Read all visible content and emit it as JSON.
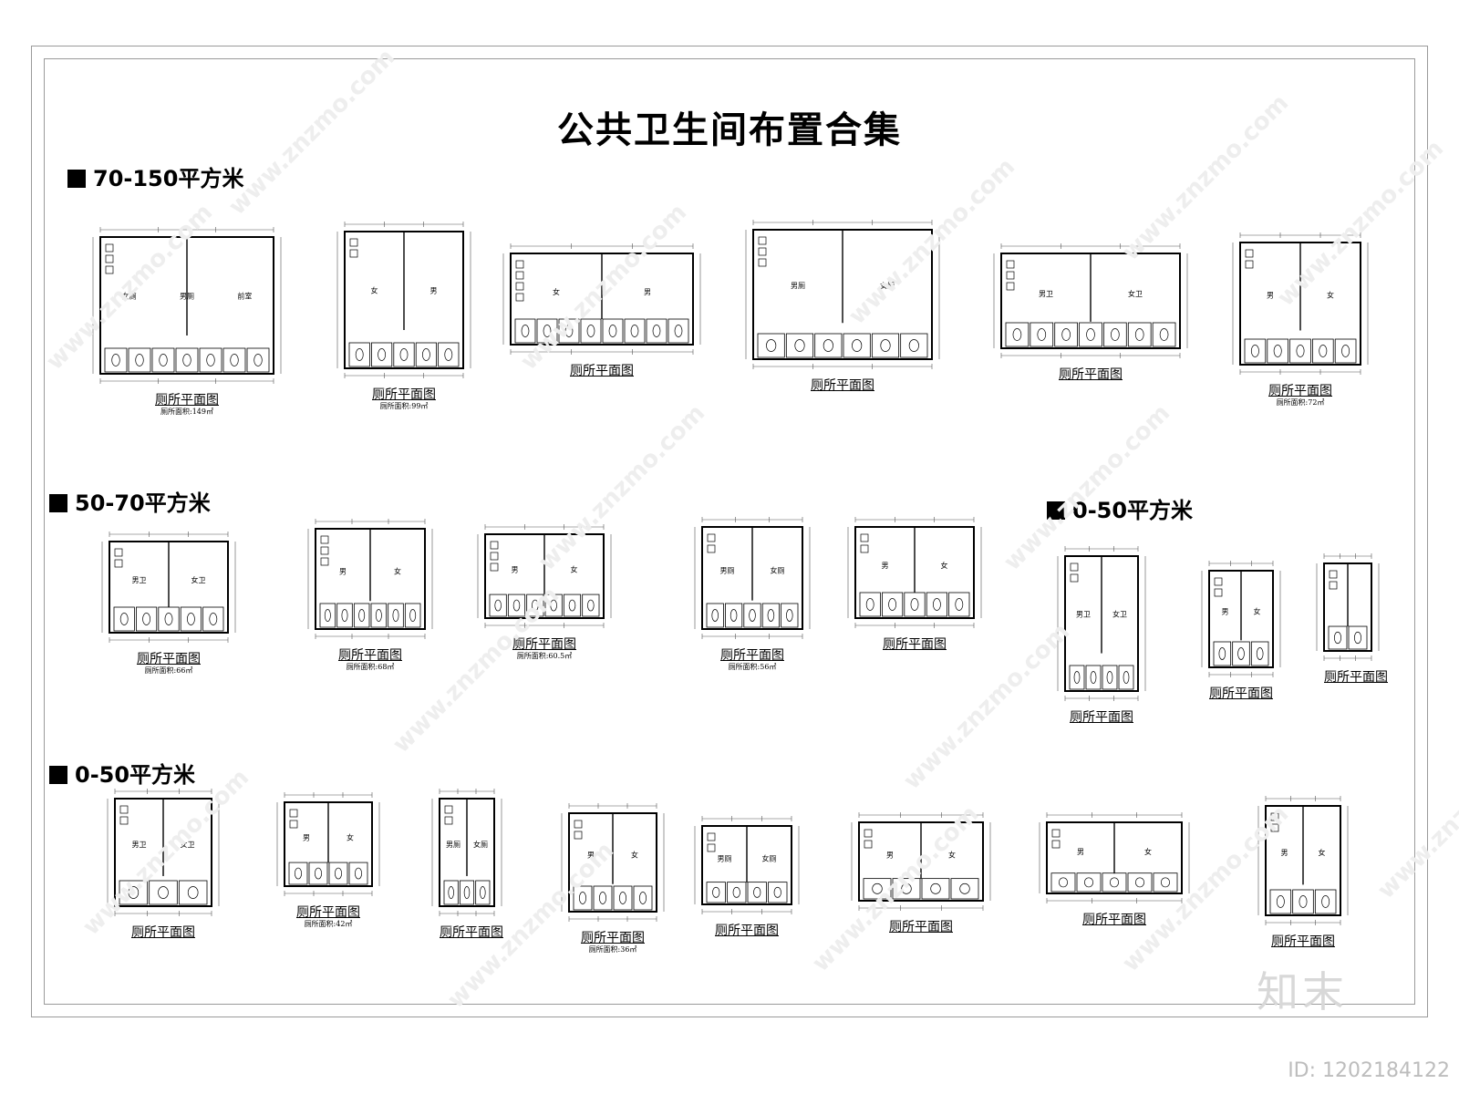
{
  "title": "公共卫生间布置合集",
  "sections": [
    {
      "label": "70-150平方米"
    },
    {
      "label": "50-70平方米"
    },
    {
      "label": "0-50平方米"
    },
    {
      "label": "0-50平方米"
    }
  ],
  "plans": [
    {
      "title": "厕所平面图",
      "area": "厕所面积:149㎡",
      "rooms": [
        "女厕",
        "男厕",
        "前室"
      ]
    },
    {
      "title": "厕所平面图",
      "area": "厕所面积:99㎡",
      "rooms": [
        "女",
        "男"
      ]
    },
    {
      "title": "厕所平面图",
      "area": "",
      "rooms": [
        "女",
        "男"
      ]
    },
    {
      "title": "厕所平面图",
      "area": "",
      "rooms": [
        "男厕",
        "女厕"
      ]
    },
    {
      "title": "厕所平面图",
      "area": "",
      "rooms": [
        "男卫",
        "女卫"
      ]
    },
    {
      "title": "厕所平面图",
      "area": "厕所面积:72㎡",
      "rooms": [
        "男",
        "女"
      ]
    },
    {
      "title": "厕所平面图",
      "area": "厕所面积:66㎡",
      "rooms": [
        "男卫",
        "女卫"
      ]
    },
    {
      "title": "厕所平面图",
      "area": "厕所面积:68㎡",
      "rooms": [
        "男",
        "女"
      ]
    },
    {
      "title": "厕所平面图",
      "area": "厕所面积:60.5㎡",
      "rooms": [
        "男",
        "女"
      ]
    },
    {
      "title": "厕所平面图",
      "area": "厕所面积:56㎡",
      "rooms": [
        "男厕",
        "女厕"
      ]
    },
    {
      "title": "厕所平面图",
      "area": "",
      "rooms": [
        "男",
        "女"
      ]
    },
    {
      "title": "厕所平面图",
      "area": "",
      "rooms": [
        "男卫",
        "女卫"
      ]
    },
    {
      "title": "厕所平面图",
      "area": "",
      "rooms": [
        "男",
        "女"
      ]
    },
    {
      "title": "厕所平面图",
      "area": "",
      "rooms": []
    },
    {
      "title": "厕所平面图",
      "area": "",
      "rooms": [
        "男卫",
        "女卫"
      ]
    },
    {
      "title": "厕所平面图",
      "area": "厕所面积:42㎡",
      "rooms": [
        "男",
        "女"
      ]
    },
    {
      "title": "厕所平面图",
      "area": "",
      "rooms": [
        "男厕",
        "女厕"
      ]
    },
    {
      "title": "厕所平面图",
      "area": "厕所面积:36㎡",
      "rooms": [
        "男",
        "女"
      ]
    },
    {
      "title": "厕所平面图",
      "area": "",
      "rooms": [
        "男厕",
        "女厕"
      ]
    },
    {
      "title": "厕所平面图",
      "area": "",
      "rooms": [
        "男",
        "女"
      ]
    },
    {
      "title": "厕所平面图",
      "area": "",
      "rooms": [
        "男",
        "女"
      ]
    },
    {
      "title": "厕所平面图",
      "area": "",
      "rooms": [
        "男",
        "女"
      ]
    }
  ],
  "brand": "知末",
  "id_label": "ID: 1202184122",
  "watermark": "www.znzmo.com"
}
